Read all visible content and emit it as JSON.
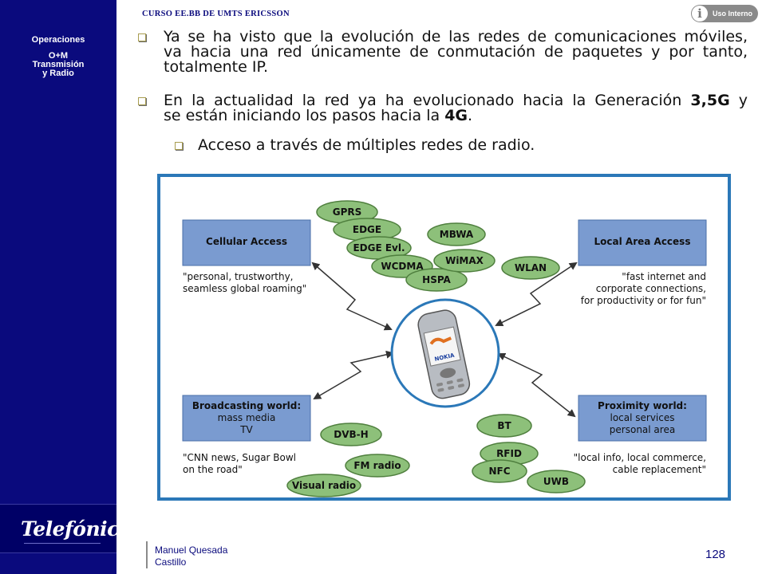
{
  "sidebar": {
    "section_title": "Operaciones",
    "section_line2": "O+M",
    "section_line3": "Transmisión",
    "section_line4": "y Radio",
    "logo": "Telefónica"
  },
  "header": {
    "course": "CURSO EE.BB DE UMTS ERICSSON",
    "badge": "Uso Interno"
  },
  "bullets": {
    "b1": [
      "Ya se ha visto que la evolución de las redes de comunicaciones móviles,",
      "va hacia una red únicamente de conmutación de paquetes y por tanto,",
      "totalmente IP."
    ],
    "b2_l1_pre": "En la actualidad la red ya ha evolucionado hacia la Generación ",
    "b2_l1_bold": "3,5G",
    "b2_l1_post": " y",
    "b2_l2_pre": "se están iniciando los pasos hacia la ",
    "b2_l2_bold": "4G",
    "b2_l2_post": ".",
    "sub1": "Acceso a través de múltiples redes de radio."
  },
  "diagram": {
    "boxes": {
      "cellular": "Cellular Access",
      "local": "Local Area Access",
      "broadcast": [
        "Broadcasting world:",
        "mass media",
        "TV"
      ],
      "proximity": [
        "Proximity world:",
        "local services",
        "personal area"
      ]
    },
    "quotes": {
      "cellular": [
        "\"personal, trustworthy,",
        "seamless global roaming\""
      ],
      "local": [
        "\"fast internet and",
        "corporate connections,",
        "for productivity or for fun\""
      ],
      "broadcast": [
        "\"CNN news, Sugar Bowl",
        "on the road\""
      ],
      "proximity": [
        "\"local info, local commerce,",
        "cable replacement\""
      ]
    },
    "technologies": {
      "gprs": "GPRS",
      "edge": "EDGE",
      "edge_evl": "EDGE Evl.",
      "wcdma": "WCDMA",
      "hspa": "HSPA",
      "mbwa": "MBWA",
      "wimax": "WiMAX",
      "wlan": "WLAN",
      "dvbh": "DVB-H",
      "fmradio": "FM radio",
      "visualradio": "Visual radio",
      "bt": "BT",
      "rfid": "RFID",
      "nfc": "NFC",
      "uwb": "UWB"
    },
    "phone_brand": "NOKIA",
    "colors": {
      "frame": "#2b78b8",
      "box": "#7a9bd0",
      "blob": "#8dc07a",
      "phone_ring": "#2b78b8"
    }
  },
  "footer": {
    "author_line1": "Manuel Quesada",
    "author_line2": "Castillo",
    "page": "128"
  }
}
